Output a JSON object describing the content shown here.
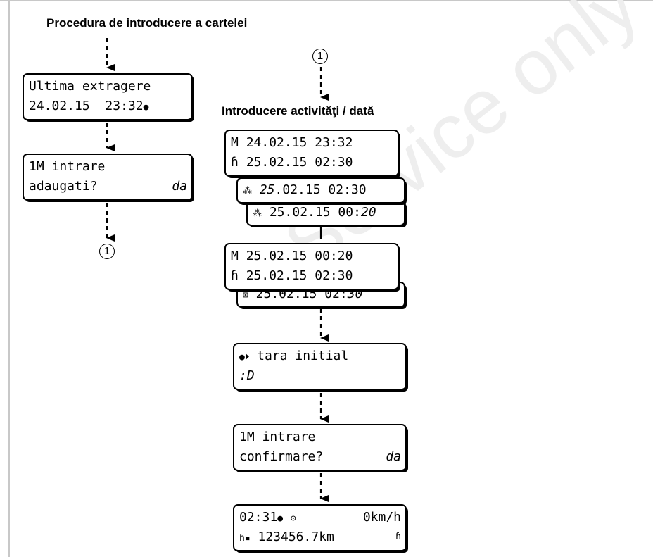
{
  "headings": {
    "insert_procedure": "Procedura de introducere a cartelei",
    "enter_activities": "Introducere activităţi / dată"
  },
  "marker": "1",
  "watermark": "Service only",
  "left_displays": [
    {
      "line1": "Ultima extragere",
      "line2_date": "24.02.15",
      "line2_time": "23:32",
      "line2_symbol": "●"
    },
    {
      "line1": "1M intrare",
      "line2": "adaugati?",
      "line2_value": "da"
    }
  ],
  "block1": [
    {
      "symbol": "M",
      "date": "24.02.15",
      "time": "23:32"
    },
    {
      "symbol": "ɦ",
      "date": "25.02.15",
      "time": "02:30"
    },
    {
      "symbol": "⁂",
      "date_part1": "25",
      "date_part2": ".02.15",
      "time": "02:30"
    },
    {
      "symbol": "⁂",
      "date": "25.02.15",
      "time_part1": "00:",
      "time_part2": "20"
    }
  ],
  "block2": [
    {
      "symbol": "M",
      "date": "25.02.15",
      "time": "00:20"
    },
    {
      "symbol": "ɦ",
      "date": "25.02.15",
      "time": "02:30"
    },
    {
      "symbol": "⊠",
      "date": "25.02.15",
      "time_part1": "02:",
      "time_part2": "30"
    }
  ],
  "country_display": {
    "symbol": "●⏵",
    "line1": "tara initial",
    "line2": ":D"
  },
  "confirm_display": {
    "line1": "1M intrare",
    "line2": "confirmare?",
    "line2_value": "da"
  },
  "standard_display": {
    "time": "02:31",
    "time_symbol": "●",
    "status_icon": "⊙",
    "speed": "0km/h",
    "card_symbol": "ɦ▪",
    "odometer": "123456.7km",
    "activity_symbol": "ɦ"
  }
}
